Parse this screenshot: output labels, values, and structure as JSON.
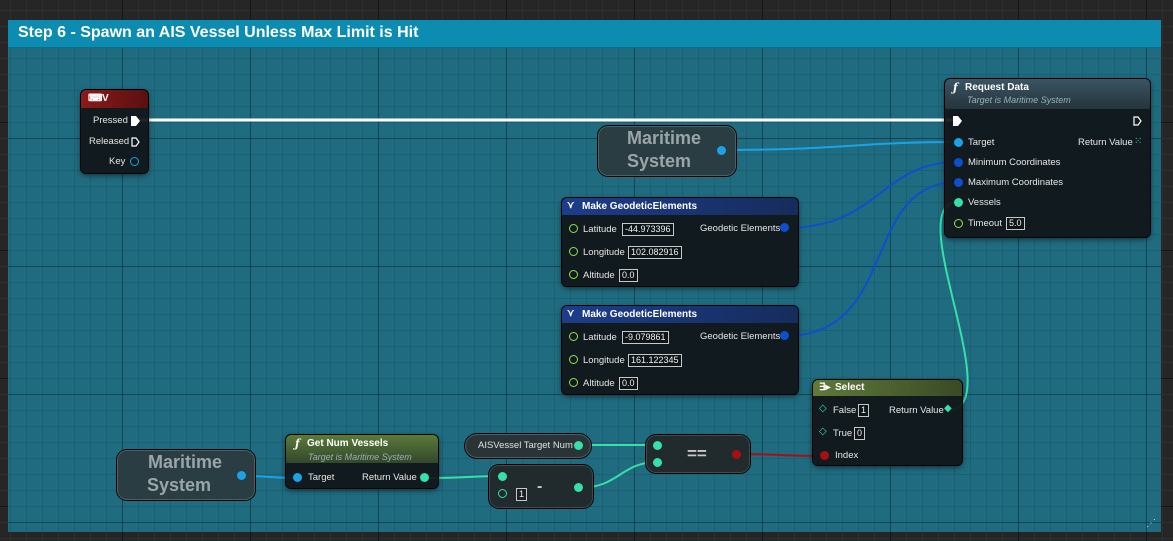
{
  "comment": {
    "title": "Step 6 - Spawn an AIS Vessel Unless Max Limit is Hit"
  },
  "colors": {
    "comment_bg": "#1f6b7f",
    "comment_header": "#0d8cb1",
    "object_pin": "#1ba3e8",
    "struct_pin": "#0e4fcf",
    "float_pin": "#93e34a",
    "int_pin": "#37e0a8",
    "bool_pin": "#a71010",
    "exec_pin": "#ffffff"
  },
  "key_node": {
    "icon": "keyboard-icon",
    "title": "V",
    "pins": {
      "pressed": "Pressed",
      "released": "Released",
      "key": "Key"
    }
  },
  "request_data": {
    "icon": "function-icon",
    "title": "Request Data",
    "subtitle": "Target is Maritime System",
    "pins": {
      "target": "Target",
      "min": "Minimum Coordinates",
      "max": "Maximum Coordinates",
      "vessels": "Vessels",
      "timeout": "Timeout",
      "return": "Return Value"
    },
    "timeout_value": "5.0"
  },
  "maritime_top": {
    "line1": "Maritime",
    "line2": "System"
  },
  "maritime_bottom": {
    "line1": "Maritime",
    "line2": "System"
  },
  "geo1": {
    "title": "Make GeodeticElements",
    "lat_label": "Latitude",
    "lat": "-44.973396",
    "lon_label": "Longitude",
    "lon": "102.082916",
    "alt_label": "Altitude",
    "alt": "0.0",
    "out": "Geodetic Elements"
  },
  "geo2": {
    "title": "Make GeodeticElements",
    "lat_label": "Latitude",
    "lat": "-9.079861",
    "lon_label": "Longitude",
    "lon": "161.122345",
    "alt_label": "Altitude",
    "alt": "0.0",
    "out": "Geodetic Elements"
  },
  "select": {
    "title": "Select",
    "false": "False",
    "false_val": "1",
    "true": "True",
    "true_val": "0",
    "index": "Index",
    "return": "Return Value"
  },
  "get_num": {
    "title": "Get Num Vessels",
    "subtitle": "Target is Maritime System",
    "target": "Target",
    "return": "Return Value"
  },
  "ais_target": {
    "label": "AISVessel Target Num"
  },
  "equals": {
    "symbol": "=="
  },
  "subtract": {
    "symbol": "-",
    "value": "1"
  },
  "grip": {
    "icon": "resize-grip-icon"
  }
}
